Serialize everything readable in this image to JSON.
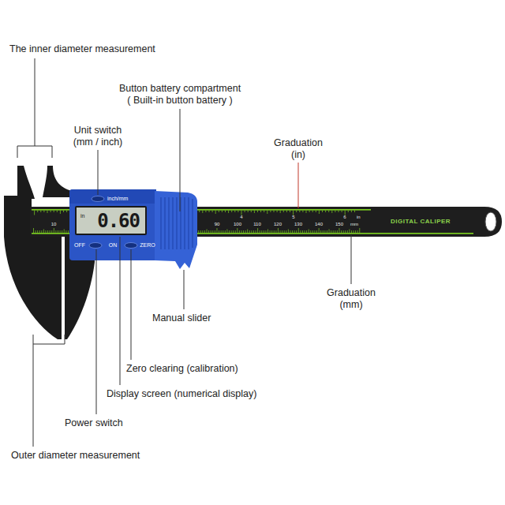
{
  "diagram": {
    "nodes": [
      {
        "text": [
          "in",
          "0.60"
        ]
      }
    ],
    "labels": [
      "The inner diameter measurement",
      "Button battery compartment",
      "( Built-in button battery )",
      "Unit switch",
      "(mm / inch)",
      "Graduation",
      "(in)",
      "inch/mm",
      "4",
      "5",
      "6",
      "in",
      "DIGITAL CALIPER",
      "10",
      "90",
      "100",
      "110",
      "120",
      "130",
      "140",
      "150",
      "mm",
      "OFF",
      "ON",
      "ZERO",
      "Graduation",
      "(mm)",
      "Manual slider",
      "Zero clearing (calibration)",
      "Display screen (numerical display)",
      "Power switch",
      "Outer diameter measurement"
    ]
  }
}
